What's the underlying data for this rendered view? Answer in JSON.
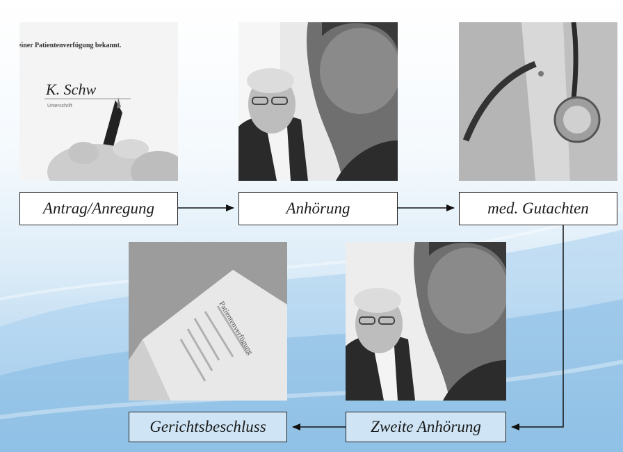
{
  "steps": {
    "antrag": "Antrag/Anregung",
    "anhoerung": "Anhörung",
    "gutachten": "med. Gutachten",
    "beschluss": "Gerichtsbeschluss",
    "zweite": "Zweite Anhörung"
  },
  "document_photo": {
    "heading": "einer Patientenverfügung bekannt.",
    "signature": "K. Schw",
    "caption": "Unterschrift"
  },
  "blurred_document_title": "Patientenverfügung",
  "colors": {
    "step_box_white": "#ffffff",
    "step_box_blue": "#cfe5f5",
    "border": "#222222",
    "background_blue": "#8fc2e6"
  }
}
